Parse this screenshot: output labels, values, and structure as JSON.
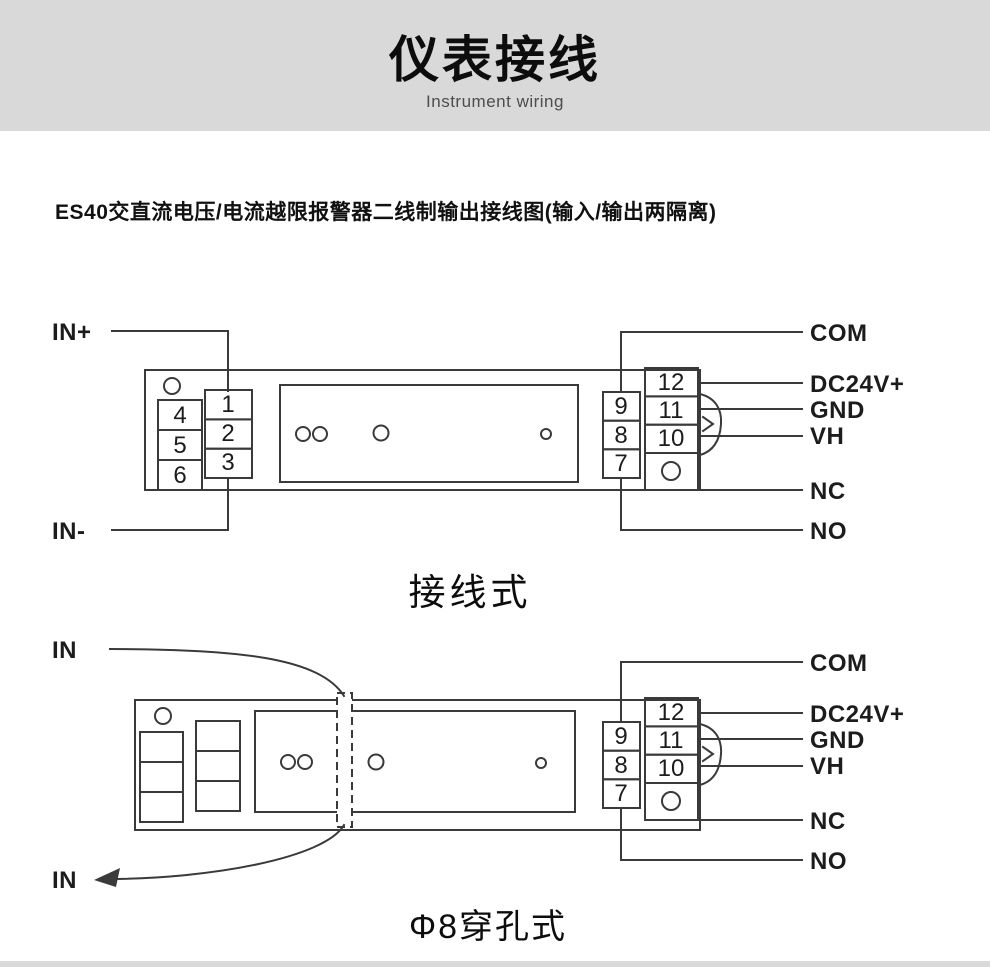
{
  "colors": {
    "header_background": "#d9d9d9",
    "line_color": "#3a3a3a",
    "subtitle_text": "#4d4d4d"
  },
  "header": {
    "title": "仪表接线",
    "subtitle": "Instrument wiring"
  },
  "description": "ES40交直流电压/电流越限报警器二线制输出接线图(输入/输出两隔离)",
  "wiring_diagram": {
    "caption": "接线式",
    "input_positive_label": "IN+",
    "input_negative_label": "IN-",
    "left_outer_terminals": [
      "4",
      "5",
      "6"
    ],
    "left_inner_terminals": [
      "1",
      "2",
      "3"
    ],
    "right_inner_terminals": [
      "9",
      "8",
      "7"
    ],
    "right_outer_terminals": [
      "12",
      "11",
      "10"
    ],
    "output_labels": [
      "COM",
      "DC24V+",
      "GND",
      "VH",
      "NC",
      "NO"
    ]
  },
  "through_hole_diagram": {
    "caption": "Φ8穿孔式",
    "input_top_label": "IN",
    "input_bottom_label": "IN",
    "right_inner_terminals": [
      "9",
      "8",
      "7"
    ],
    "right_outer_terminals": [
      "12",
      "11",
      "10"
    ],
    "output_labels": [
      "COM",
      "DC24V+",
      "GND",
      "VH",
      "NC",
      "NO"
    ]
  }
}
